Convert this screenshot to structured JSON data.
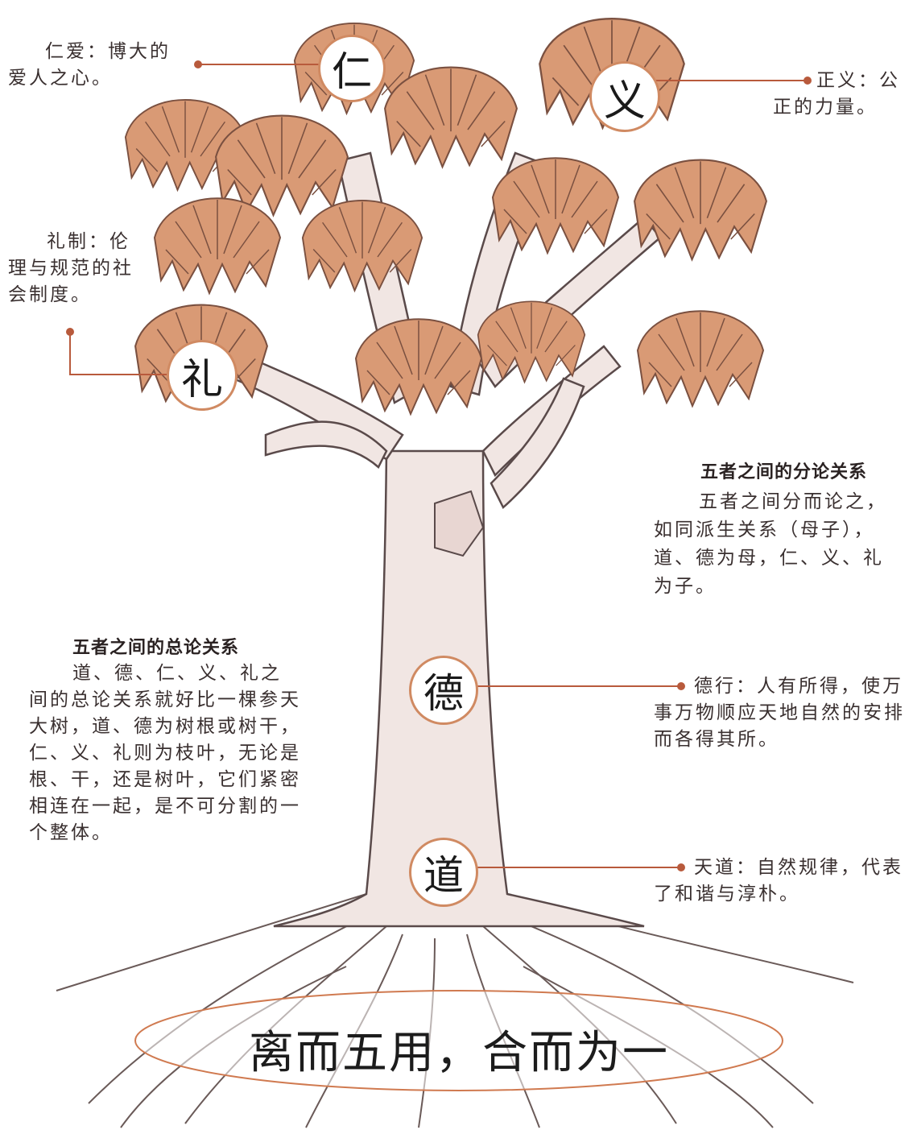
{
  "colors": {
    "foliage": "#d99a75",
    "trunk": "#f1e6e3",
    "accent": "#b85a3c",
    "ink": "#3a3030"
  },
  "nodes": {
    "ren": {
      "char": "仁",
      "note_lines": [
        "仁爱：博大的",
        "爱人之心。"
      ]
    },
    "yi": {
      "char": "义",
      "note_lines": [
        "正义：公",
        "正的力量。"
      ]
    },
    "li": {
      "char": "礼",
      "note_lines": [
        "礼制：伦",
        "理与规范的社",
        "会制度。"
      ]
    },
    "de": {
      "char": "德",
      "note_lines": [
        "德行：人有所得，使万",
        "事万物顺应天地自然的安排",
        "而各得其所。"
      ]
    },
    "dao": {
      "char": "道",
      "note_lines": [
        "天道：自然规律，代表",
        "了和谐与淳朴。"
      ]
    }
  },
  "relations": {
    "separate": {
      "title": "五者之间的分论关系",
      "lines": [
        "五者之间分而论之，",
        "如同派生关系（母子），",
        "道、德为母，仁、义、礼",
        "为子。"
      ]
    },
    "overall": {
      "title": "五者之间的总论关系",
      "lines": [
        "道、德、仁、义、礼之",
        "间的总论关系就好比一棵参天",
        "大树，道、德为树根或树干，",
        "仁、义、礼则为枝叶，无论是",
        "根、干，还是树叶，它们紧密",
        "相连在一起，是不可分割的一",
        "个整体。"
      ]
    }
  },
  "slogan": "离而五用，合而为一"
}
